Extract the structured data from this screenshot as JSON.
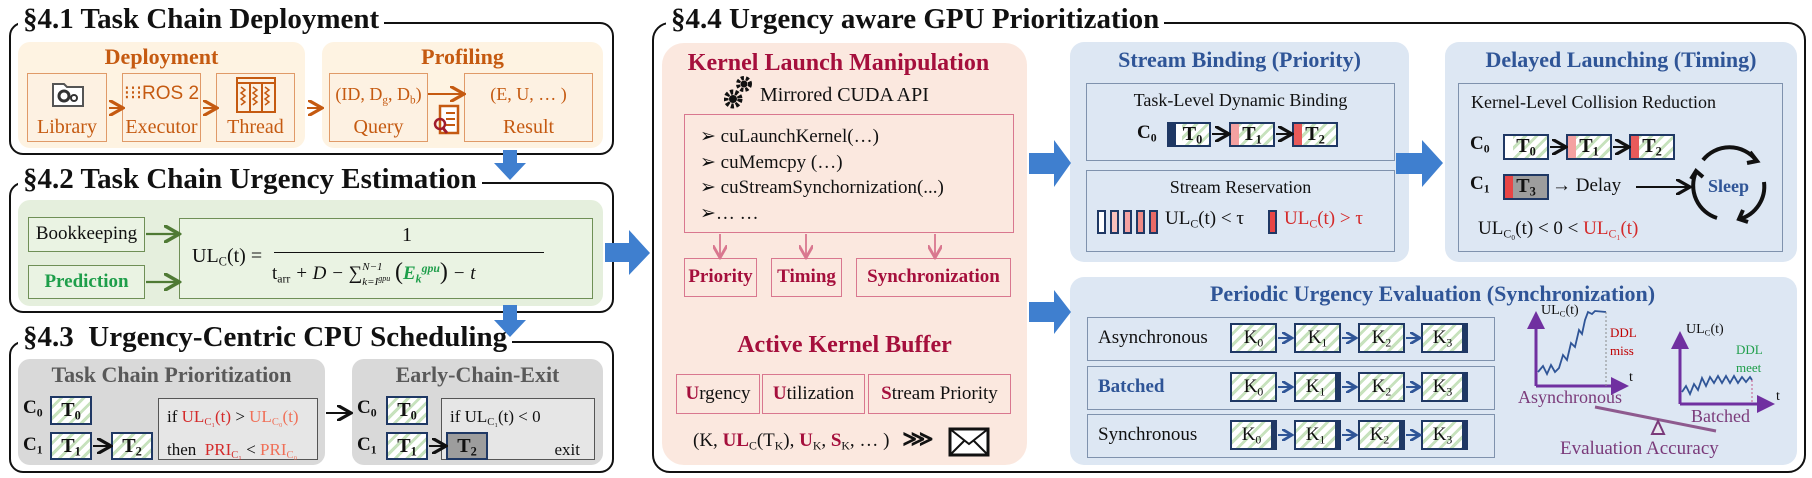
{
  "s41": {
    "title": "§4.1 Task Chain Deployment",
    "deployment": {
      "header": "Deployment",
      "library": "Library",
      "ros": "⁝⁝⁝ROS 2",
      "executor": "Executor",
      "thread": "Thread"
    },
    "profiling": {
      "header": "Profiling",
      "query_tuple": [
        "(ID, D",
        "g",
        ", D",
        "b",
        ")"
      ],
      "query": "Query",
      "result_tuple": "(E, U, … )",
      "result": "Result"
    }
  },
  "s42": {
    "title": "§4.2 Task Chain Urgency Estimation",
    "bookkeeping": "Bookkeeping",
    "prediction": "Prediction",
    "formula": {
      "lhs": "UL",
      "lhs_sub": "C",
      "lhs_arg": "(t) =",
      "numerator": "1",
      "t": "t",
      "t_sub": "arr",
      "plus_d": "+ D −",
      "sigma": "∑",
      "sum_sup": "N−1",
      "sum_sub": "k=I",
      "sum_sub_sup": "gpu",
      "E": "E",
      "E_sub": "k",
      "E_sup": "gpu",
      "minus_t": "− t"
    }
  },
  "s43": {
    "title": "§4.3  Urgency-Centric CPU Scheduling",
    "prioritization": {
      "header": "Task Chain Prioritization",
      "c0": "C",
      "c1": "C",
      "i0": "0",
      "i1": "1",
      "t0": "T",
      "t1": "T",
      "t2": "T",
      "n0": "0",
      "n1": "1",
      "n2": "2",
      "cond_if": "if",
      "cond_ul": "UL",
      "cond_c1": "C₁",
      "cond_t": "(t)",
      "cond_gt": ">",
      "cond_c0": "C₀",
      "cond_then": "then",
      "pri": "PRI",
      "lt": "<"
    },
    "early_exit": {
      "header": "Early-Chain-Exit",
      "cond": "if UL",
      "cond_c1": "C₁",
      "cond_rest": "(t) < 0",
      "exit": "exit"
    }
  },
  "s44": {
    "title": "§4.4 Urgency aware GPU Prioritization",
    "kernel": {
      "title": "Kernel Launch Manipulation",
      "api": "Mirrored CUDA API",
      "calls": [
        "cuLaunchKernel(…)",
        "cuMemcpy (…)",
        "cuStreamSynchornization(...)",
        "… …"
      ],
      "chips": [
        "Priority",
        "Timing",
        "Synchronization"
      ],
      "buffer_title": "Active Kernel Buffer",
      "fields": [
        {
          "initial": "U",
          "rest": "rgency"
        },
        {
          "initial": "U",
          "rest": "tilization"
        },
        {
          "initial": "S",
          "rest": "tream Priority"
        }
      ],
      "tuple": {
        "open": "(K, ",
        "ul": "UL",
        "ul_sub": "C",
        "ul_arg": "(T",
        "ul_k": "K",
        "ul_close": "), ",
        "u": "U",
        "u_k": "K",
        ", ": ", ",
        "s": "S",
        "s_k": "K",
        "end": ", … )",
        "chev": "⋙"
      }
    },
    "stream_binding": {
      "title": "Stream Binding (Priority)",
      "dyn": "Task-Level Dynamic Binding",
      "c0": "C",
      "i0": "0",
      "t": [
        "T",
        "T",
        "T"
      ],
      "tn": [
        "0",
        "1",
        "2"
      ],
      "reservation": "Stream Reservation",
      "ul": "UL",
      "ul_sub": "C",
      "lt_tau": "(t) < τ",
      "gt_tau": "(t) > τ"
    },
    "delayed": {
      "title": "Delayed Launching (Timing)",
      "sub": "Kernel-Level Collision Reduction",
      "c": "C",
      "i0": "0",
      "i1": "1",
      "t": [
        "T",
        "T",
        "T",
        "T"
      ],
      "tn": [
        "0",
        "1",
        "2",
        "3"
      ],
      "delay": "→ Delay",
      "sleep": "Sleep",
      "ul": "UL",
      "c0": "C₀",
      "mid": "(t) < 0 <",
      "c1": "C₁",
      "t_end": "(t)"
    },
    "periodic": {
      "title": "Periodic Urgency Evaluation (Synchronization)",
      "rows": [
        "Asynchronous",
        "Batched",
        "Synchronous"
      ],
      "k": "K",
      "kn": [
        "0",
        "1",
        "2",
        "3"
      ],
      "chart1": {
        "ylabel": "UL",
        "ysub": "C",
        "yarg": "(t)",
        "xlabel": "t",
        "ddl": "DDL",
        "status": "miss",
        "caption": "Asynchronous"
      },
      "chart2": {
        "ylabel": "UL",
        "ysub": "C",
        "yarg": "(t)",
        "xlabel": "t",
        "ddl": "DDL",
        "status": "meet",
        "caption": "Batched"
      },
      "accuracy": "Evaluation Accuracy"
    }
  },
  "colors": {
    "orange": "#c55a11",
    "green": "#1e9e4a",
    "maroon": "#a50f3c",
    "blue": "#2f5597",
    "arrow": "#3f7fcf",
    "purple": "#7030a0"
  }
}
